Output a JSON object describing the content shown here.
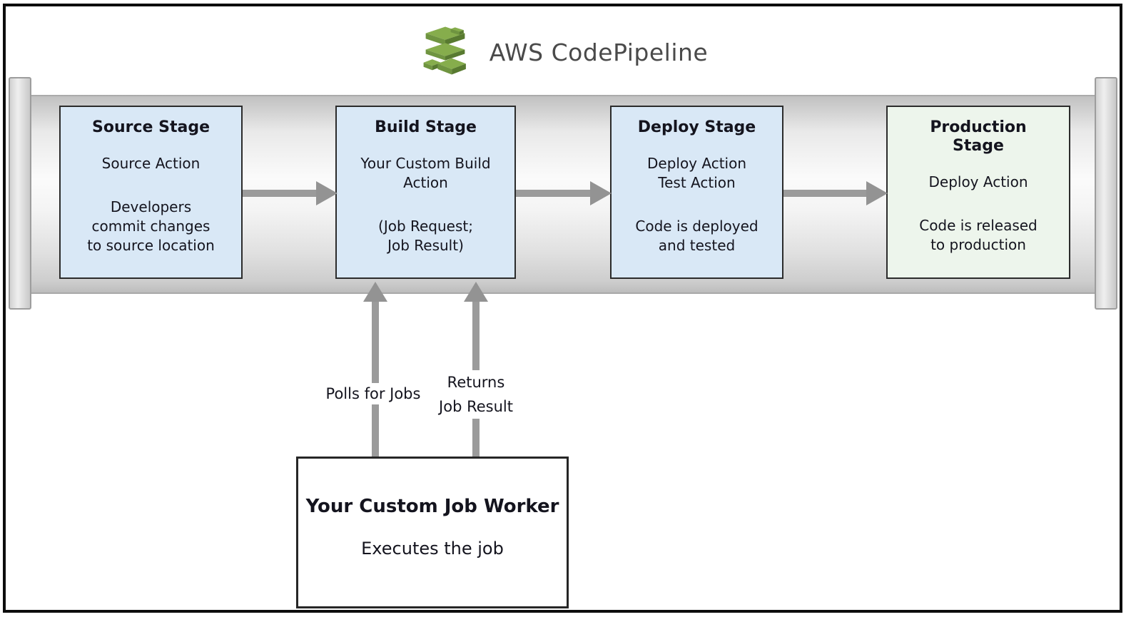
{
  "header": {
    "title": "AWS CodePipeline",
    "icon": "codepipeline-icon"
  },
  "pipeline": {
    "stages": [
      {
        "title": "Source Stage",
        "action": [
          "Source Action"
        ],
        "description": [
          "Developers",
          "commit changes",
          "to source location"
        ],
        "fill": "#d9e8f6"
      },
      {
        "title": "Build Stage",
        "action": [
          "Your Custom Build",
          "Action"
        ],
        "description": [
          "(Job Request;",
          "Job Result)"
        ],
        "fill": "#d9e8f6"
      },
      {
        "title": "Deploy Stage",
        "action": [
          "Deploy Action",
          "Test Action"
        ],
        "description": [
          "Code is deployed",
          "and tested"
        ],
        "fill": "#d9e8f6"
      },
      {
        "title": [
          "Production",
          "Stage"
        ],
        "action": [
          "Deploy Action"
        ],
        "description": [
          "Code is released",
          "to production"
        ],
        "fill": "#edf5ec"
      }
    ]
  },
  "worker": {
    "title": "Your Custom Job Worker",
    "description": "Executes the job"
  },
  "arrow_labels": {
    "polls": "Polls for Jobs",
    "returns": [
      "Returns",
      "Job Result"
    ]
  },
  "colors": {
    "stage_blue": "#d9e8f6",
    "stage_green": "#edf5ec",
    "arrow_gray": "#9b9b9b",
    "pipe_gray": "#c9c9c9",
    "box_border": "#2b2b2b",
    "title_gray": "#4a4a4a",
    "text_dark": "#14141e",
    "icon_green_top": "#86ad4c",
    "icon_green_mid": "#6f9440",
    "icon_green_dark": "#587a30"
  }
}
